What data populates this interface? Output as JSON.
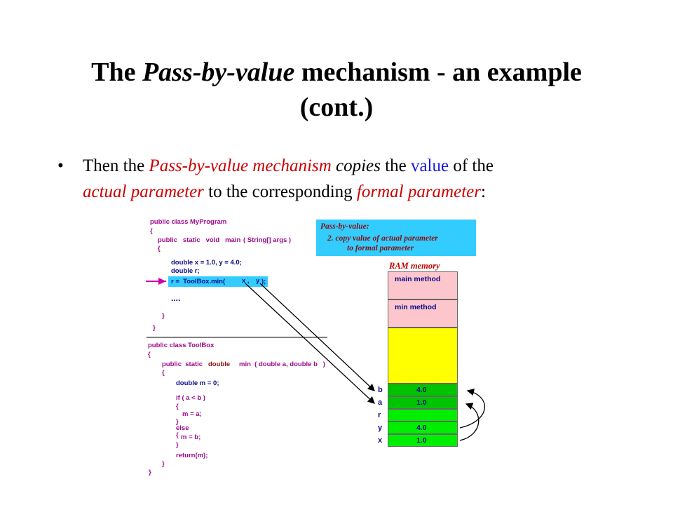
{
  "slide": {
    "title": {
      "part1": "The ",
      "part2": "Pass-by-value",
      "part3": " mechanism - an example",
      "part4": "(cont.)"
    },
    "bullet": {
      "marker": "•",
      "t1": "Then the ",
      "t2": "Pass-by-value mechanism",
      "t3": " ",
      "t4": "copies",
      "t5": " the ",
      "t6": "value",
      "t7": " of the",
      "t8": "actual parameter",
      "t9": " to the corresponding ",
      "t10": "formal parameter",
      "t11": ":"
    }
  },
  "code": {
    "myprogram": {
      "l1": "public class MyProgram",
      "l2": "{",
      "l3a": "public   static   void   main",
      "l3b": "( String[] args )",
      "l4": "{",
      "l5": "double x = 1.0, y = 4.0;",
      "l6": "double r;",
      "l7a": "r =  ToolBox.min(",
      "l7b": "x ,",
      "l7c": "y",
      "l7d": ");",
      "l8": "....",
      "l9": "}",
      "l10": "}"
    },
    "toolbox": {
      "l1": "public class ToolBox",
      "l2": "{",
      "l3a": "public  static",
      "l3b": "double",
      "l3c": "min  ( double a, double b   )",
      "l4": "{",
      "l5": "double m = 0;",
      "l6": "if ( a < b )",
      "l7": "{",
      "l8": "m = a;",
      "l9": "}",
      "l10": "else",
      "l11": "{",
      "l12": "m = b;",
      "l13": "}",
      "l14": "return(m);",
      "l15": "}",
      "l16": "}"
    }
  },
  "pbv_box": {
    "line1": "Pass-by-value:",
    "line2": "2. copy value of actual parameter",
    "line3": "to formal parameter"
  },
  "ram": {
    "label": "RAM memory",
    "main_method": "main method",
    "min_method": "min method",
    "rows": [
      {
        "var": "b",
        "value": "4.0"
      },
      {
        "var": "a",
        "value": "1.0"
      },
      {
        "var": "r",
        "value": ""
      },
      {
        "var": "y",
        "value": "4.0"
      },
      {
        "var": "x",
        "value": "1.0"
      }
    ]
  },
  "colors": {
    "pink": "#fcc6cc",
    "yellow": "#ffff00",
    "green": "#00ee00",
    "dark_green": "#00c400",
    "cyan": "#33ccff",
    "red": "#cc0000",
    "navy": "#0b0b8a"
  }
}
